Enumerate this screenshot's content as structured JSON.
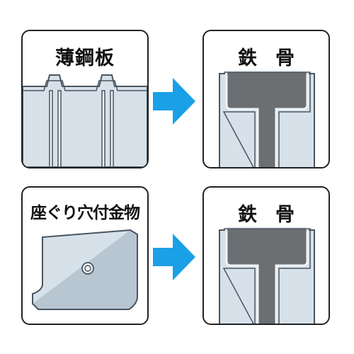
{
  "panels": {
    "top_left": {
      "label": "薄鋼板"
    },
    "top_right": {
      "label": "鉄骨"
    },
    "bottom_left": {
      "label": "座ぐり穴付金物"
    },
    "bottom_right": {
      "label": "鉄骨"
    }
  },
  "icons": {
    "arrows": "right-arrow-icon",
    "parts": [
      "corrugated-steel-sheet",
      "steel-beam",
      "counterbored-bracket",
      "steel-beam"
    ]
  },
  "colors": {
    "arrow": "#1aa0e6",
    "metal": "#d6e1ea",
    "metal_edge": "#4a5560",
    "beam_fill": "#6b6f72",
    "outline": "#222222"
  }
}
